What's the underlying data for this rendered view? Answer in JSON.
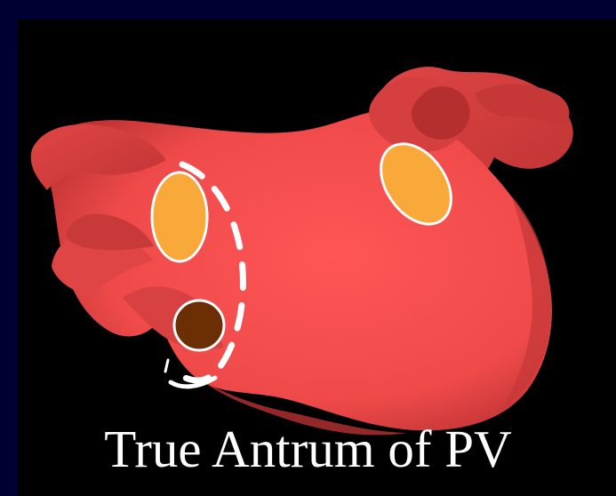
{
  "caption": {
    "text": "True Antrum of PV"
  },
  "colors": {
    "frame_background": "#000033",
    "image_background": "#000000",
    "atrium_fill": "#ef4a4a",
    "atrium_shadow": "#c23434",
    "marker_orange": "#f9a83a",
    "marker_brown": "#6b2e05",
    "outline_white": "#ffffff",
    "caption_text": "#ffffff"
  },
  "icons": {
    "main_illustration": "left-atrium-3d-model",
    "dashed_boundary": "dashed-ellipse-outline"
  }
}
